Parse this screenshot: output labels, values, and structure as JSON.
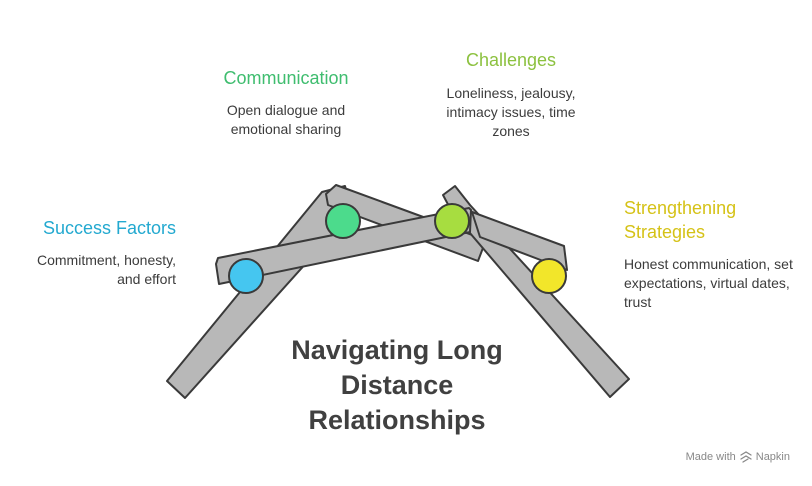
{
  "title": "Navigating Long Distance Relationships",
  "sections": {
    "communication": {
      "heading": "Communication",
      "description": "Open dialogue and emotional sharing",
      "color": "#3fbd6f",
      "node_color": "#4cdb8c"
    },
    "challenges": {
      "heading": "Challenges",
      "description": "Loneliness, jealousy, intimacy issues, time zones",
      "color": "#8cc13f",
      "node_color": "#a7dd40"
    },
    "success_factors": {
      "heading": "Success Factors",
      "description": "Commitment, honesty, and effort",
      "color": "#23a9d0",
      "node_color": "#45c6f0"
    },
    "strengthening_strategies": {
      "heading": "Strengthening Strategies",
      "description": "Honest communication, set expectations, virtual dates, trust",
      "color": "#d5c217",
      "node_color": "#f2e62a"
    }
  },
  "bar_color": "#b8b8b8",
  "credit": {
    "made_with": "Made with",
    "brand": "Napkin",
    "icon": "napkin-logo-icon"
  }
}
